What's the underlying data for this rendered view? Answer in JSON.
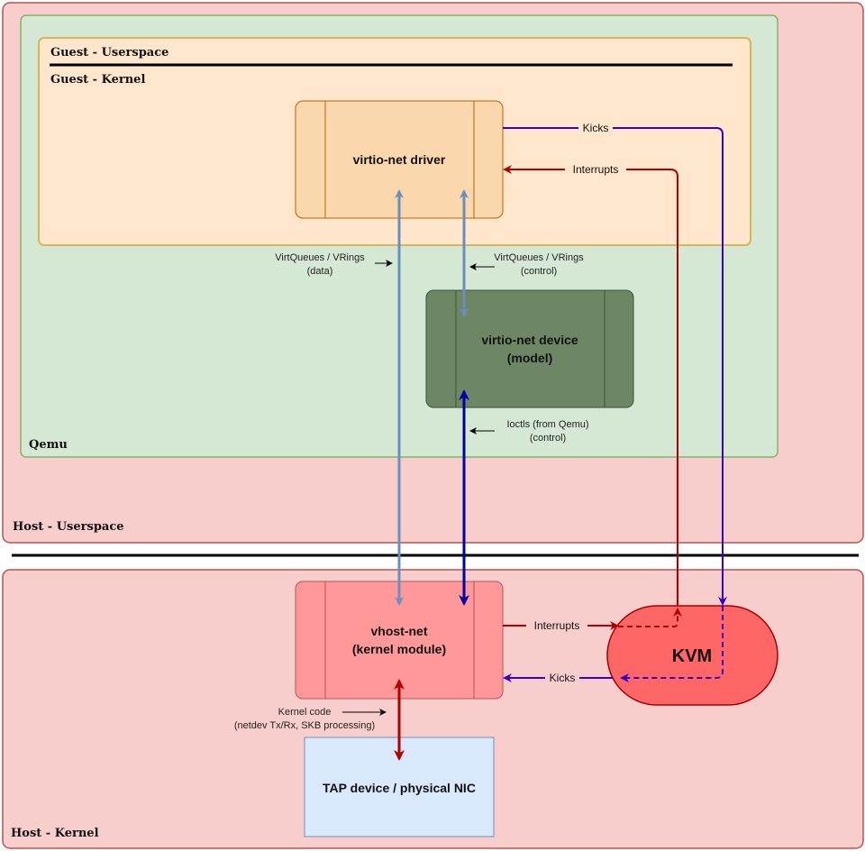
{
  "zones": {
    "host_userspace": "Host - Userspace",
    "host_kernel": "Host - Kernel",
    "qemu": "Qemu",
    "guest_userspace": "Guest - Userspace",
    "guest_kernel": "Guest - Kernel"
  },
  "nodes": {
    "virtio_driver": {
      "label": "virtio-net driver"
    },
    "virtio_device": {
      "line1": "virtio-net device",
      "line2": "(model)"
    },
    "vhost_net": {
      "line1": "vhost-net",
      "line2": "(kernel module)"
    },
    "kvm": {
      "label": "KVM"
    },
    "tap": {
      "label": "TAP device / physical NIC"
    }
  },
  "annotations": {
    "vq_data": {
      "line1": "VirtQueues / VRings",
      "line2": "(data)"
    },
    "vq_control": {
      "line1": "VirtQueues / VRings",
      "line2": "(control)"
    },
    "ioctls": {
      "line1": "Ioctls (from Qemu)",
      "line2": "(control)"
    },
    "kernel_code": {
      "line1": "Kernel code",
      "line2": "(netdev Tx/Rx, SKB processing)"
    }
  },
  "edges": {
    "guest_kicks": "Kicks",
    "guest_interrupts": "Interrupts",
    "host_interrupts": "Interrupts",
    "host_kicks": "Kicks"
  },
  "colors": {
    "host_fill": "#f8cecc",
    "host_stroke": "#b85450",
    "qemu_fill": "#d5e8d4",
    "qemu_stroke": "#82b366",
    "guest_fill": "#ffe6cc",
    "guest_stroke": "#d6b656",
    "driver_fill": "#fad7ac",
    "driver_stroke": "#b46504",
    "device_fill": "#6d8764",
    "device_stroke": "#3a5431",
    "vhost_fill": "#ff9999",
    "vhost_stroke": "#b85450",
    "kvm_fill": "#ff6666",
    "kvm_stroke": "#a20000",
    "tap_fill": "#dae8fc",
    "tap_stroke": "#6c8ebf",
    "data_arrow": "#6c8ebf",
    "ioctl_arrow": "#0000aa",
    "interrupt_arrow": "#b20000",
    "kick_arrow": "#3700cc"
  }
}
